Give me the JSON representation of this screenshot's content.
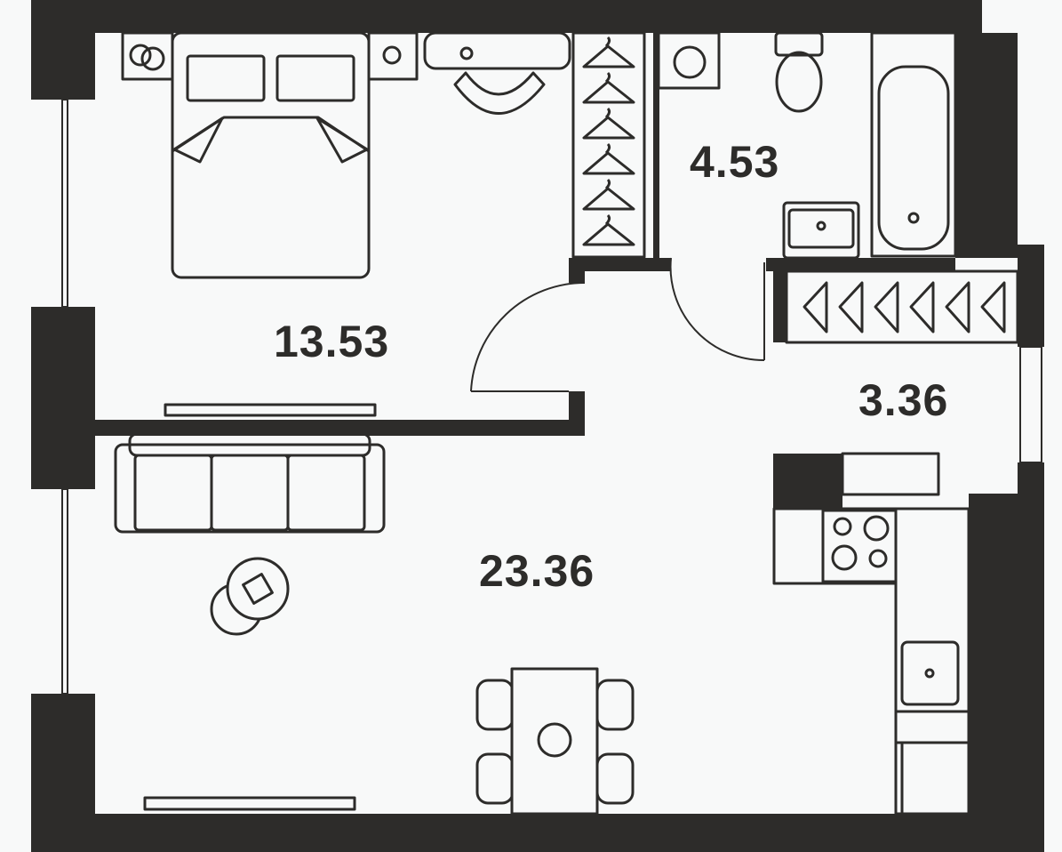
{
  "plan": {
    "rooms": [
      {
        "name": "bedroom",
        "area": "13.53"
      },
      {
        "name": "bathroom",
        "area": "4.53"
      },
      {
        "name": "hallway",
        "area": "3.36"
      },
      {
        "name": "living-kitchen",
        "area": "23.36"
      }
    ],
    "colors": {
      "wall": "#2d2c2a",
      "floor": "#f8f9f9"
    }
  }
}
